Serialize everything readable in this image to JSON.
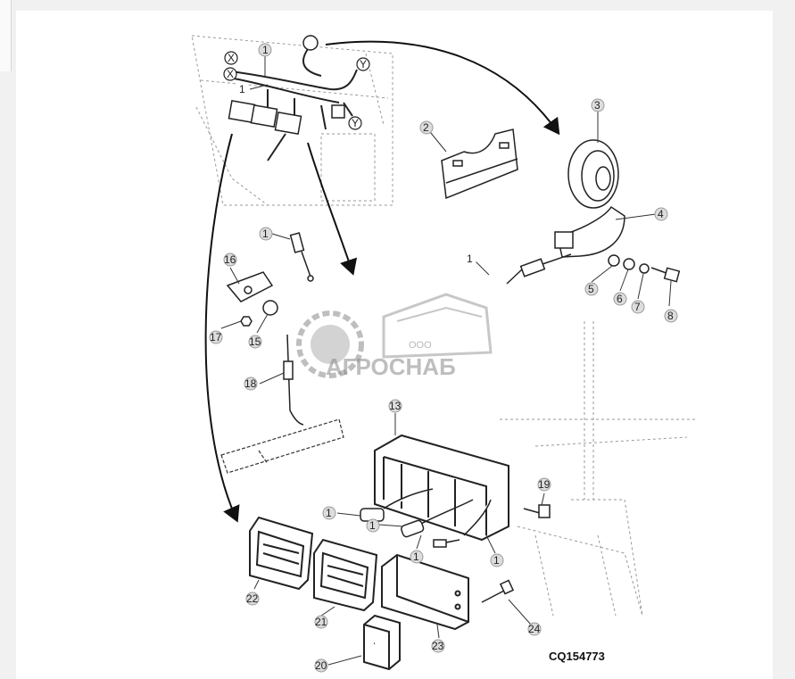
{
  "figure_id": "CQ154773",
  "watermark": {
    "small": "ООО",
    "name": "АГРОСНАБ"
  },
  "callouts": {
    "c1a": "1",
    "c1b": "1",
    "c1c": "1",
    "c1d": "1",
    "c1e": "1",
    "c1f": "1",
    "c1g": "1",
    "c2": "2",
    "c3": "3",
    "c4": "4",
    "c5": "5",
    "c6": "6",
    "c7": "7",
    "c8": "8",
    "c13": "13",
    "c15": "15",
    "c16": "16",
    "c17": "17",
    "c18": "18",
    "c19": "19",
    "c20": "20",
    "c21": "21",
    "c22": "22",
    "c23": "23",
    "c24": "24",
    "x1": "X",
    "x2": "X",
    "y1": "Y",
    "y2": "Y"
  }
}
